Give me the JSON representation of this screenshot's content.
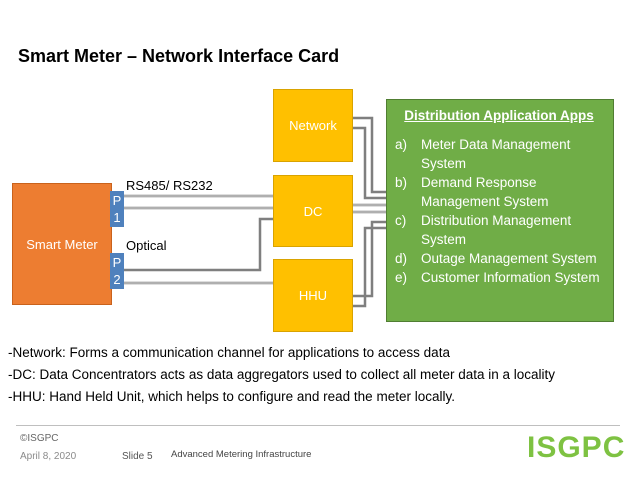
{
  "slide": {
    "title": "Smart Meter – Network Interface Card"
  },
  "diagram": {
    "smart_meter": "Smart Meter",
    "port1": [
      "P",
      "1"
    ],
    "port2": [
      "P",
      "2"
    ],
    "port1_label": "RS485/ RS232",
    "port2_label": "Optical",
    "network": "Network",
    "dc": "DC",
    "hhu": "HHU",
    "apps_title": "Distribution Application Apps",
    "apps": [
      {
        "marker": "a)",
        "text": "Meter Data Management System"
      },
      {
        "marker": "b)",
        "text": "Demand Response Management System"
      },
      {
        "marker": "c)",
        "text": "Distribution Management System"
      },
      {
        "marker": "d)",
        "text": "Outage Management System"
      },
      {
        "marker": "e)",
        "text": "Customer Information System"
      }
    ],
    "colors": {
      "smart_meter": "#ed7d31",
      "ports": "#4f81bd",
      "hub_boxes": "#ffc000",
      "apps_box": "#70ad47",
      "connectors": "#7f7f7f"
    }
  },
  "notes": [
    "-Network: Forms a communication channel for applications to access data",
    "-DC: Data Concentrators acts as data aggregators used to collect all meter data in a locality",
    "-HHU: Hand Held Unit, which helps to configure and read the meter locally."
  ],
  "footer": {
    "logo_text": "©ISGPC",
    "date": "April 8, 2020",
    "slide": "Slide 5",
    "presentation": "Advanced Metering Infrastructure",
    "brand": "ISGPC"
  }
}
